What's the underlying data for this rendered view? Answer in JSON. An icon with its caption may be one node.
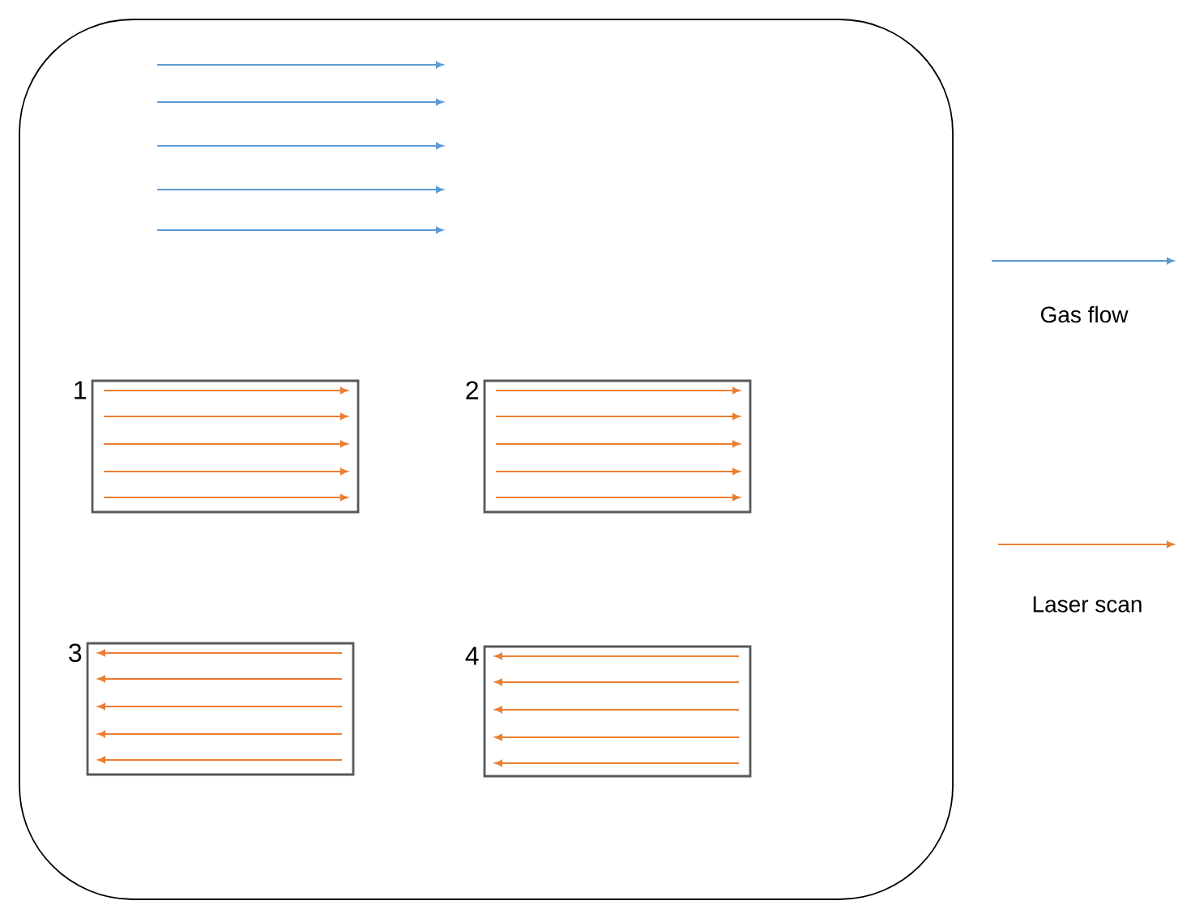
{
  "diagram": {
    "nodes": [
      {
        "text": [],
        "shape": "box"
      },
      {
        "text": [],
        "shape": "box",
        "in": 0,
        "beside": [
          "1"
        ]
      },
      {
        "text": [],
        "shape": "box",
        "in": 0,
        "beside": [
          "2"
        ]
      },
      {
        "text": [],
        "shape": "box",
        "in": 0,
        "beside": [
          "3"
        ]
      },
      {
        "text": [],
        "shape": "box",
        "in": 0,
        "beside": [
          "4"
        ]
      }
    ],
    "legend": [
      {
        "text": "Gas flow"
      },
      {
        "text": "Laser scan"
      }
    ]
  }
}
